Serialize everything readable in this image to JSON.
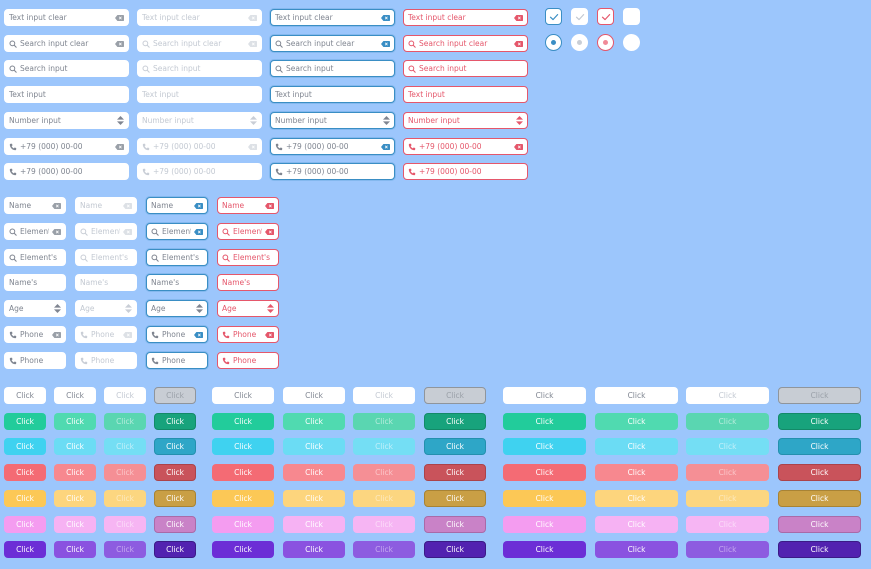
{
  "colors": {
    "background": "#9cc6fc",
    "focus_border": "#3a8ec4",
    "error": "#e5576b",
    "placeholder": "#7f8590",
    "placeholder_disabled": "#c3c9d2"
  },
  "large_inputs": [
    {
      "label": "Text input clear",
      "icon": "",
      "control": "clear"
    },
    {
      "label": "Search input clear",
      "icon": "search-icon",
      "control": "clear"
    },
    {
      "label": "Search input",
      "icon": "search-icon",
      "control": ""
    },
    {
      "label": "Text input",
      "icon": "",
      "control": ""
    },
    {
      "label": "Number input",
      "icon": "",
      "control": "spinner"
    },
    {
      "label": "+79 (000) 00-00",
      "icon": "phone-icon",
      "control": "clear"
    },
    {
      "label": "+79 (000) 00-00",
      "icon": "phone-icon",
      "control": ""
    }
  ],
  "small_inputs": [
    {
      "label": "Name",
      "icon": "",
      "control": "clear"
    },
    {
      "label": "Element",
      "icon": "search-icon",
      "control": "clear"
    },
    {
      "label": "Element's",
      "icon": "search-icon",
      "control": ""
    },
    {
      "label": "Name's",
      "icon": "",
      "control": ""
    },
    {
      "label": "Age",
      "icon": "",
      "control": "spinner"
    },
    {
      "label": "Phone",
      "icon": "phone-icon",
      "control": "clear"
    },
    {
      "label": "Phone",
      "icon": "phone-icon",
      "control": ""
    }
  ],
  "input_states": [
    "default",
    "disabled",
    "focused",
    "error"
  ],
  "checkbox_states": [
    {
      "state": "default",
      "checked": true
    },
    {
      "state": "disabled",
      "checked": true
    },
    {
      "state": "error",
      "checked": true
    },
    {
      "state": "empty",
      "checked": false
    }
  ],
  "radio_states": [
    {
      "state": "focused",
      "selected": true
    },
    {
      "state": "disabled",
      "selected": true
    },
    {
      "state": "error",
      "selected": true
    },
    {
      "state": "empty",
      "selected": false
    }
  ],
  "button_label": "Click",
  "button_palette": [
    {
      "name": "white",
      "normal": "#ffffff",
      "hover": "#ffffff",
      "disabled": "#ffffff",
      "active": "#c8cdd4",
      "text": "#7f8590",
      "text_disabled": "#c3c9d2",
      "active_border": "#8f959c"
    },
    {
      "name": "green",
      "normal": "#22cc9b",
      "hover": "#50dab0",
      "disabled": "#5ad6b1",
      "active": "#18a37c",
      "text": "#ffffff",
      "text_disabled": "#b6ecdc",
      "active_border": "#138a68"
    },
    {
      "name": "cyan",
      "normal": "#3fd2f0",
      "hover": "#6bdcf4",
      "disabled": "#74def4",
      "active": "#2ea6c7",
      "text": "#ffffff",
      "text_disabled": "#c3eff9",
      "active_border": "#2390ae"
    },
    {
      "name": "red",
      "normal": "#f46b74",
      "hover": "#f7888f",
      "disabled": "#f58f95",
      "active": "#c9535b",
      "text": "#ffffff",
      "text_disabled": "#fbc6c9",
      "active_border": "#ab434a"
    },
    {
      "name": "yellow",
      "normal": "#fcc856",
      "hover": "#fdd57d",
      "disabled": "#fcd680",
      "active": "#c99f45",
      "text": "#ffffff",
      "text_disabled": "#fdeabf",
      "active_border": "#a88334"
    },
    {
      "name": "pink",
      "normal": "#f49cf0",
      "hover": "#f6b2f3",
      "disabled": "#f6b5f3",
      "active": "#c982c7",
      "text": "#ffffff",
      "text_disabled": "#fbdcf9",
      "active_border": "#a96aa8"
    },
    {
      "name": "purple",
      "normal": "#6c2ed6",
      "hover": "#8a52e0",
      "disabled": "#8d5ce0",
      "active": "#5222b0",
      "text": "#ffffff",
      "text_disabled": "#c6a9ef",
      "active_border": "#3c1a86"
    }
  ]
}
